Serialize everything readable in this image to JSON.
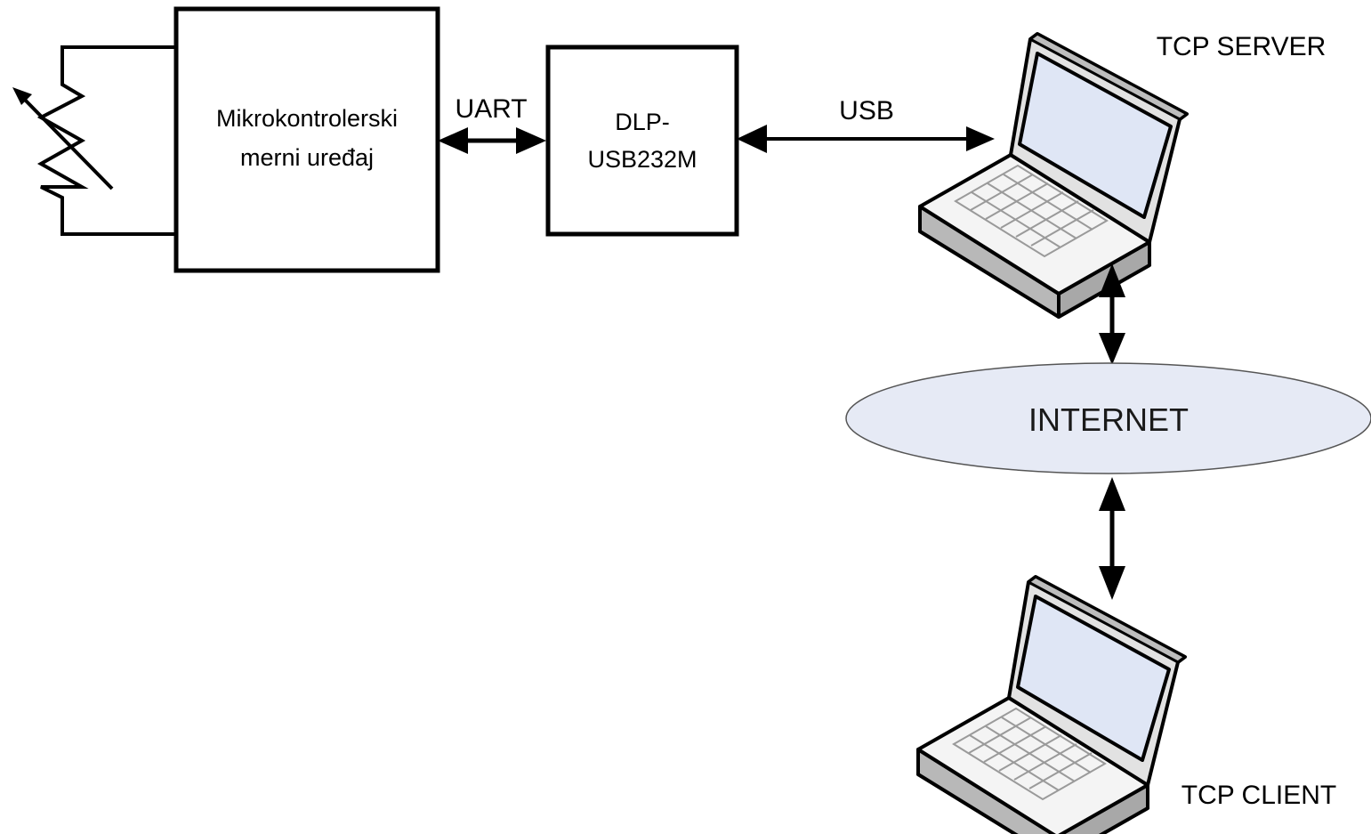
{
  "blocks": {
    "mcu": {
      "line1": "Mikrokontrolerski",
      "line2": "merni uređaj"
    },
    "dlp": {
      "line1": "DLP-",
      "line2": "USB232M"
    }
  },
  "links": {
    "uart": "UART",
    "usb": "USB"
  },
  "nodes": {
    "server": "TCP SERVER",
    "internet": "INTERNET",
    "client": "TCP CLIENT"
  },
  "colors": {
    "internet_fill": "#e6eaf5",
    "screen": "#dfe6f5",
    "laptop_body": "#f4f4f4",
    "laptop_shade": "#c8c8c8"
  },
  "icons": [
    "variable-resistor-icon",
    "laptop-icon",
    "bidirectional-arrow-icon"
  ]
}
